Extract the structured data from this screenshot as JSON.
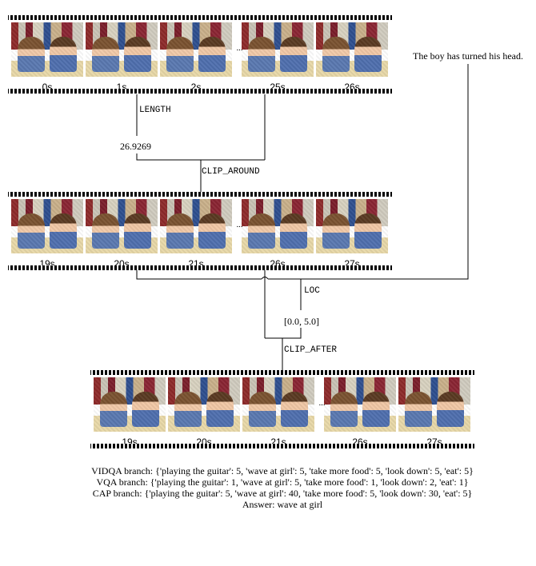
{
  "strips": [
    {
      "labels": [
        "0s",
        "1s",
        "2s",
        "25s",
        "26s"
      ]
    },
    {
      "labels": [
        "19s",
        "20s",
        "21s",
        "26s",
        "27s"
      ]
    },
    {
      "labels": [
        "19s",
        "20s",
        "21s",
        "26s",
        "27s"
      ]
    }
  ],
  "ellipsis": "···",
  "operations": {
    "length": "LENGTH",
    "clip_around": "CLIP_AROUND",
    "loc": "LOC",
    "clip_after": "CLIP_AFTER"
  },
  "values": {
    "length_value": "26.9269",
    "loc_value": "[0.0, 5.0]"
  },
  "caption": "The boy has turned his head.",
  "results": {
    "vidqa": "VIDQA branch: {'playing the guitar': 5, 'wave at girl': 5, 'take more food': 5, 'look down': 5, 'eat': 5}",
    "vqa": "VQA branch: {'playing the guitar': 1, 'wave at girl': 5, 'take more food': 1, 'look down': 2, 'eat': 1}",
    "cap": "CAP branch: {'playing the guitar': 5, 'wave at girl': 40, 'take more food': 5, 'look down': 30, 'eat': 5}",
    "answer": "Answer: wave at girl"
  }
}
